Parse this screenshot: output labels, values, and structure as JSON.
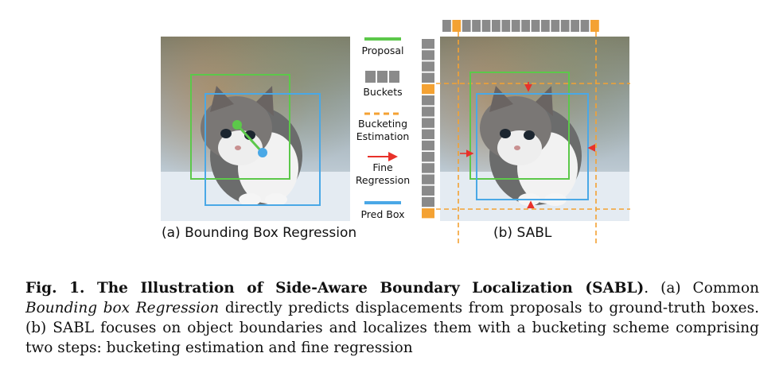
{
  "subfigure_a": {
    "label": "(a) Bounding Box Regression"
  },
  "subfigure_b": {
    "label": "(b) SABL"
  },
  "legend": {
    "proposal": "Proposal",
    "buckets": "Buckets",
    "bucketing_line1": "Bucketing",
    "bucketing_line2": "Estimation",
    "fine_line1": "Fine",
    "fine_line2": "Regression",
    "pred_box": "Pred Box"
  },
  "colors": {
    "proposal": "#5cc84a",
    "pred_box": "#4aa8e6",
    "bucketing": "#f4a233",
    "fine_regression": "#e8312a",
    "bucket_gray": "#8a8a8a"
  },
  "caption": {
    "head": "Fig. 1. The Illustration of Side-Aware Boundary Localization (SABL)",
    "part1": ". (a) Common ",
    "italic": "Bounding box Regression",
    "part2": " directly predicts displacements from proposals to ground-truth boxes. (b) SABL focuses on object boundaries and localizes them with a bucketing scheme comprising two steps: bucketing estimation and fine regression"
  }
}
